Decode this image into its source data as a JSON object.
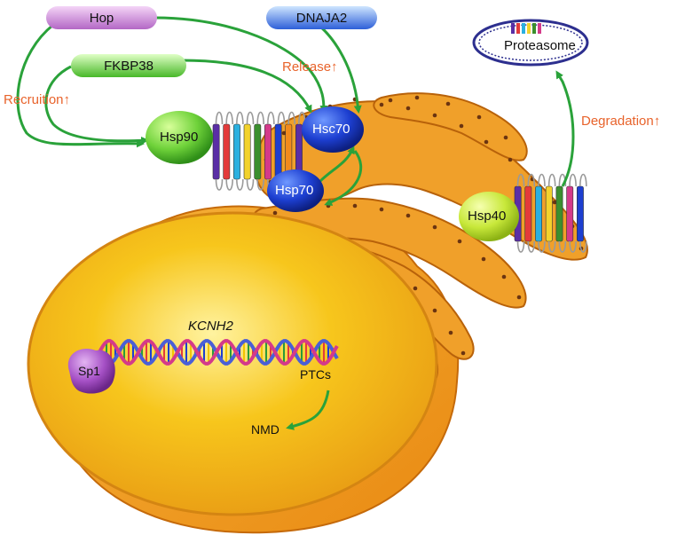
{
  "proteins": {
    "hop": "Hop",
    "dnaja2": "DNAJA2",
    "fkbp38": "FKBP38",
    "hsp90": "Hsp90",
    "hsc70": "Hsc70",
    "hsp70": "Hsp70",
    "hsp40": "Hsp40",
    "sp1": "Sp1"
  },
  "labels": {
    "recruition": "Recruition↑",
    "release": "Release↑",
    "degradation": "Degradation↑",
    "proteasome": "Proteasome",
    "gene": "KCNH2",
    "ptcs": "PTCs",
    "nmd": "NMD"
  },
  "colors": {
    "arrow": "#2aa23a",
    "label_orange": "#e8632b",
    "cell_orange": "#f0a020",
    "nucleus": "#f6c21a",
    "er_dots": "#7a3b12",
    "proteasome_ring": "#2d2f8f"
  },
  "icons": [
    "proteasome-icon",
    "channel-icon",
    "dna-helix-icon"
  ]
}
